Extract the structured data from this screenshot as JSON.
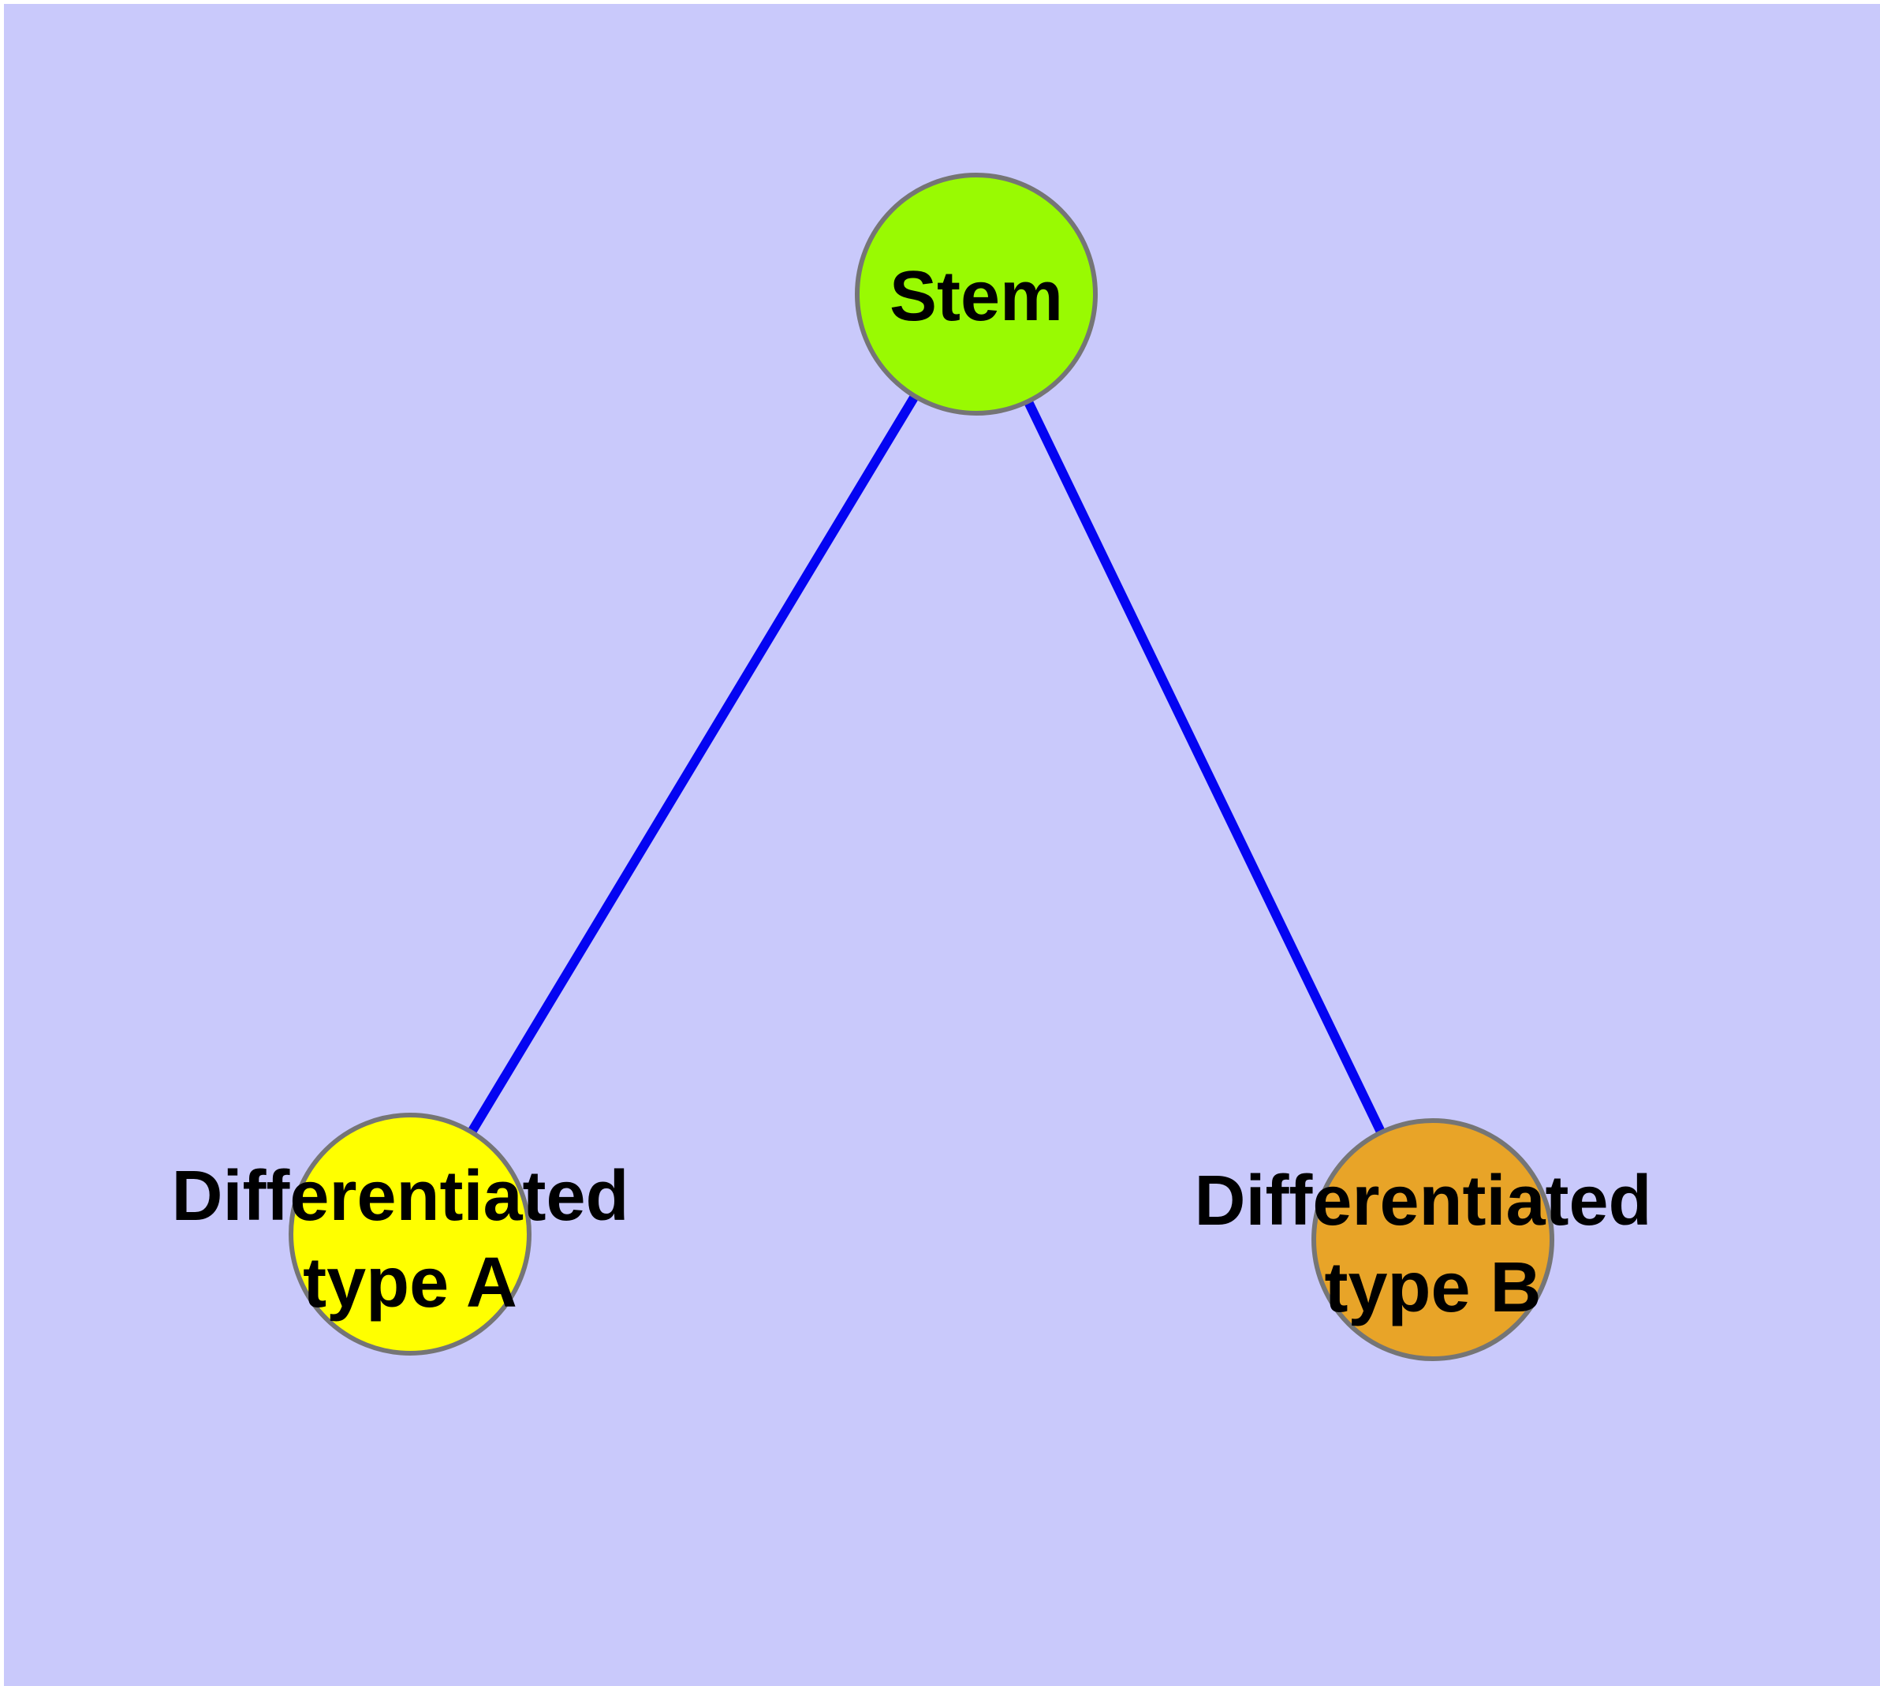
{
  "diagram": {
    "background_color": "#c9c9fb",
    "page_margin_color": "#ffffff",
    "edge_color": "#0404f2",
    "node_border_color": "#757575",
    "label_color": "#000000",
    "nodes": {
      "stem": {
        "label": "Stem",
        "fill_color": "#99fa02"
      },
      "type_a": {
        "label": "Differentiated type A",
        "label_lines": [
          "Differentiated",
          "type A"
        ],
        "fill_color": "#ffff00"
      },
      "type_b": {
        "label": "Differentiated type B",
        "label_lines": [
          "Differentiated",
          "type B"
        ],
        "fill_color": "#e8a428"
      }
    },
    "edges": [
      {
        "from": "Stem",
        "to": "Differentiated type A"
      },
      {
        "from": "Stem",
        "to": "Differentiated type B"
      }
    ]
  }
}
